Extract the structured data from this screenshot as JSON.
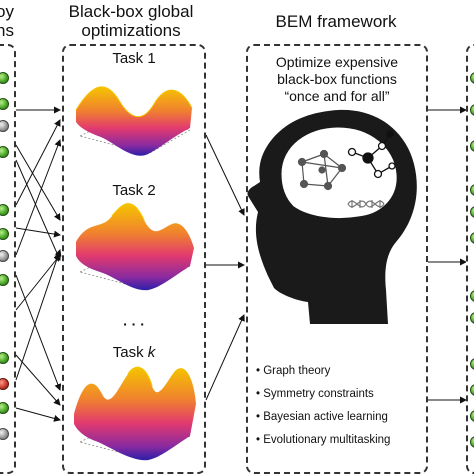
{
  "left_partial_label": {
    "line1": "oy",
    "line2": "ns"
  },
  "optimizations_panel": {
    "title_line1": "Black-box global",
    "title_line2": "optimizations",
    "tasks": [
      {
        "label": "Task 1"
      },
      {
        "label": "Task 2"
      },
      {
        "label": "Task k"
      }
    ],
    "ellipsis": "· · ·"
  },
  "bem_panel": {
    "title": "BEM framework",
    "subtitle_line1": "Optimize expensive",
    "subtitle_line2": "black-box functions",
    "subtitle_line3": "“once and for all”",
    "bullets": [
      "Graph theory",
      "Symmetry constraints",
      "Bayesian active learning",
      "Evolutionary multitasking"
    ]
  },
  "colors": {
    "surface_warm": "#f5c400",
    "surface_mid": "#e23a6e",
    "surface_cool": "#2b1fa8",
    "head": "#1a1a1a",
    "ball_green": "#4aa52a"
  }
}
